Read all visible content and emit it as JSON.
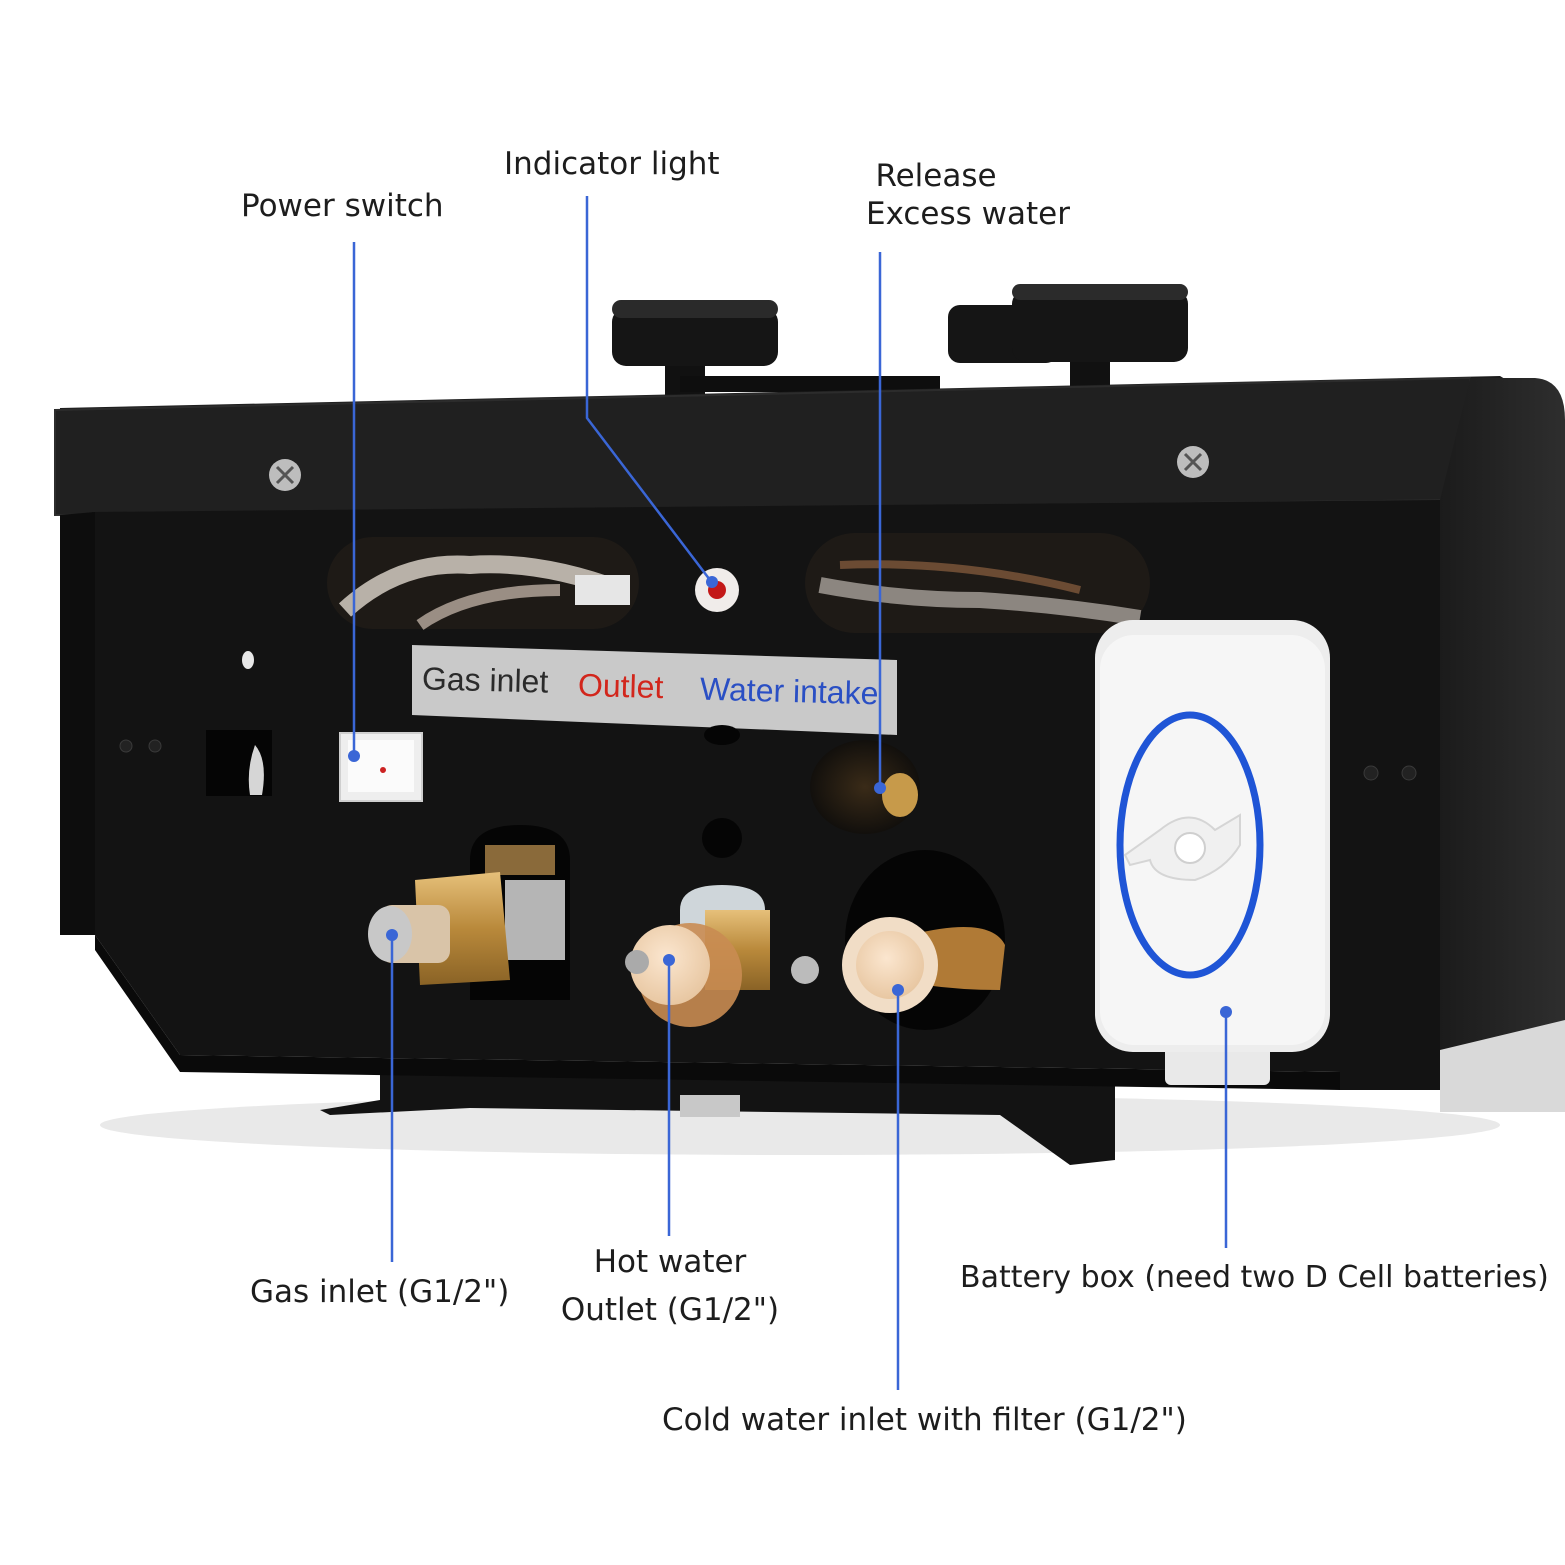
{
  "callouts": {
    "power_switch": "Power switch",
    "indicator_light": "Indicator light",
    "release_line1": "Release",
    "release_line2": "Excess water",
    "gas_inlet": "Gas inlet (G1/2\")",
    "hot_water_line1": "Hot water",
    "hot_water_line2": "Outlet (G1/2\")",
    "battery_box": "Battery box (need two D Cell batteries)",
    "cold_water": "Cold water inlet  with filter (G1/2\")"
  },
  "label_strip": {
    "gas": "Gas inlet",
    "outlet": "Outlet",
    "water": "Water intake"
  },
  "colors": {
    "leader_line": "#3a66d6",
    "outlet_text": "#d2261c",
    "water_text": "#2a4fc4",
    "gas_text": "#2b2b2b",
    "body": "#141414",
    "brass": "#c79a4a"
  }
}
